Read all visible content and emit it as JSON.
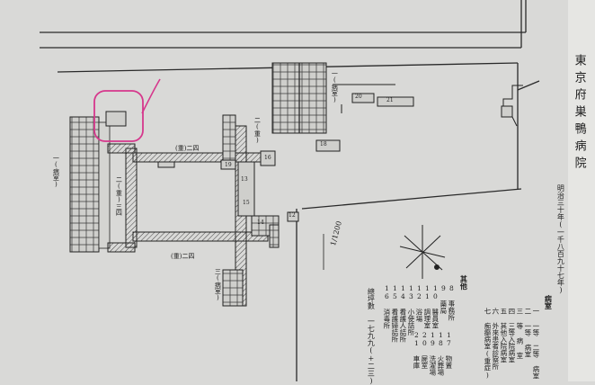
{
  "title": "東京府巣鴨病院",
  "subtitle": "明治三十年(一千八百九十七年)",
  "scale_label": "1/1200",
  "area_total": "總坪數 一七九九(+二三)",
  "legend_heading_rooms": "病室",
  "legend_heading_misc": "其他",
  "legend_rooms": [
    "一 一等 二等 病室",
    "二 一等 病室",
    "三 等 病 室",
    "四 三等入院病室",
    "五 其他入院病室",
    "六 外來患者診察所",
    "七 痴癲病室(重症)"
  ],
  "legend_misc": [
    "8 事務所",
    "9 藥局",
    "10 醫員室",
    "11 調理室",
    "12 浴場",
    "13 小使詰所",
    "14 看護人詰所",
    "15 看護婦詰所",
    "16 消毒所",
    "17 物置",
    "18 火葬場",
    "19 洗濯場",
    "20 屍室",
    "21 車庫"
  ],
  "building_labels": {
    "west_block": "一(病室)",
    "corridor_north": "(重)二四",
    "corridor_west": "二(重)三四",
    "corridor_south": "(重)二四",
    "corridor_east": "二(重)",
    "north_block": "一(病室)",
    "south_block": "三(病室)"
  },
  "room_numbers": [
    "20",
    "21",
    "12",
    "18",
    "16",
    "13",
    "14",
    "15",
    "19"
  ],
  "colors": {
    "paper": "#d9d9d7",
    "ink": "#1f1f1f",
    "highlight": "#d6378c"
  },
  "annotation": "pink-circled-building"
}
